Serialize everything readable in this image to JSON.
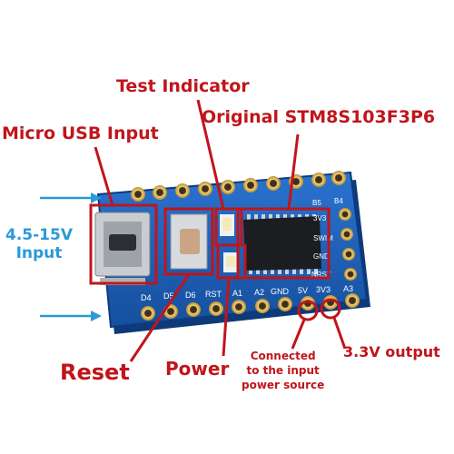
{
  "labels": {
    "test_indicator": "Test Indicator",
    "original_chip": "Original STM8S103F3P6",
    "micro_usb": "Micro USB Input",
    "voltage_line1": "4.5-15V",
    "voltage_line2": "Input",
    "reset": "Reset",
    "power": "Power",
    "connected_line1": "Connected",
    "connected_line2": "to the input",
    "connected_line3": "power source",
    "output_3v3": "3.3V output"
  },
  "silkscreen": {
    "bottom_pins": [
      "D4",
      "D5",
      "D6",
      "RST",
      "A1",
      "A2",
      "GND",
      "5V",
      "3V3",
      "A3"
    ],
    "side_pins": [
      "3V3",
      "SWIM",
      "GND",
      "NRST"
    ],
    "top_marks": [
      "B5",
      "B4"
    ]
  },
  "colors": {
    "annotation_red": "#c0151b",
    "annotation_blue": "#2a9ad8",
    "pcb_blue": "#1d5fb8"
  }
}
